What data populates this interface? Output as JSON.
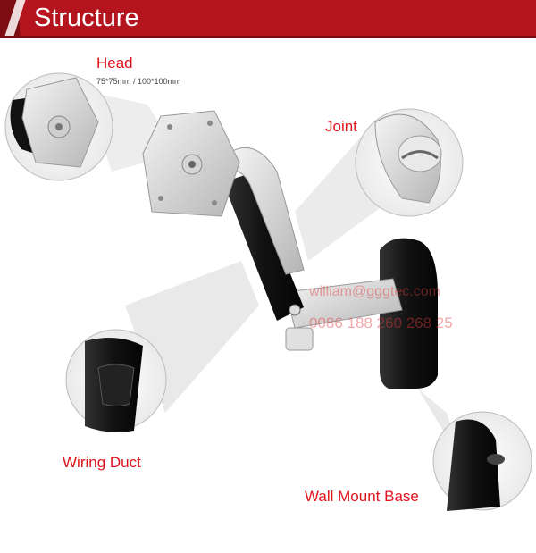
{
  "banner": {
    "title": "Structure"
  },
  "labels": {
    "head": "Head",
    "head_sizes": "75*75mm / 100*100mm",
    "joint": "Joint",
    "wiring_duct": "Wiring Duct",
    "wall_mount_base": "Wall Mount Base"
  },
  "watermark": {
    "email": "william@gggtec.com",
    "phone": "0086 188 260 268 25"
  },
  "colors": {
    "banner": "#b3141d",
    "label": "#e0141c"
  }
}
